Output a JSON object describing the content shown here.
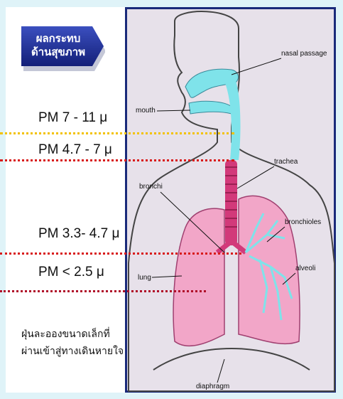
{
  "badge": {
    "line1": "ผลกระทบ",
    "line2": "ด้านสุขภาพ"
  },
  "pm_levels": [
    {
      "label": "PM  7 - 11 μ",
      "line_color": "#f2c200"
    },
    {
      "label": "PM  4.7 - 7 μ",
      "line_color": "#d81b1b"
    },
    {
      "label": "PM  3.3- 4.7 μ",
      "line_color": "#d81b1b"
    },
    {
      "label": "PM < 2.5 μ",
      "line_color": "#b0102a"
    }
  ],
  "note": "ฝุ่นละอองขนาดเล็กที่ผ่านเข้าสู่ทางเดินหายใจ",
  "diagram": {
    "labels": {
      "nasal_passage": "nasal passage",
      "mouth": "mouth",
      "trachea": "trachea",
      "bronchi": "bronchi",
      "bronchioles": "bronchioles",
      "alveoli": "alveoli",
      "lung": "lung",
      "diaphragm": "diaphragm"
    }
  },
  "colors": {
    "airway": "#7fe3ea",
    "lung": "#f2a6c8",
    "trachea": "#d23a7a",
    "badge": "#1a2a8a"
  }
}
